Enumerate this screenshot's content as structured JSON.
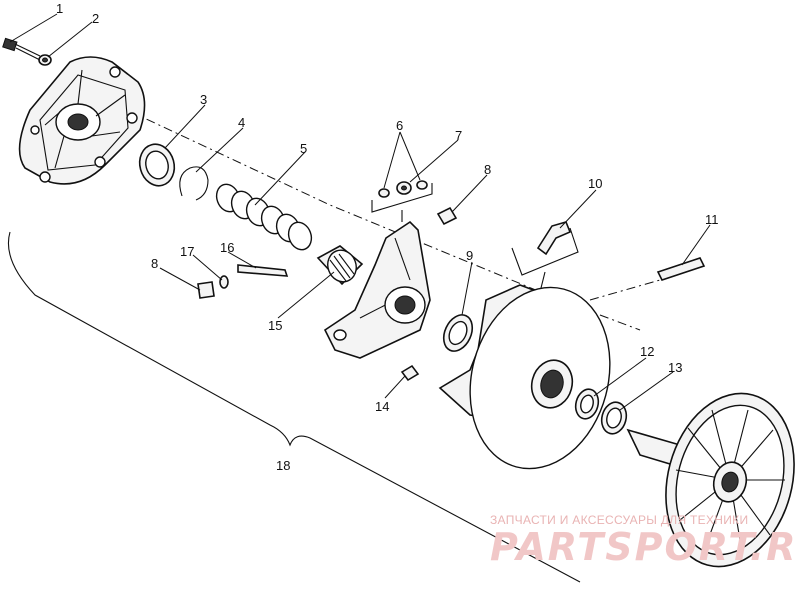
{
  "callouts": {
    "c1": "1",
    "c2": "2",
    "c3": "3",
    "c4": "4",
    "c5": "5",
    "c6": "6",
    "c7": "7",
    "c8a": "8",
    "c8b": "8",
    "c9": "9",
    "c10": "10",
    "c11": "11",
    "c12": "12",
    "c13": "13",
    "c14": "14",
    "c15": "15",
    "c16": "16",
    "c17": "17",
    "c18": "18"
  },
  "watermark": {
    "caption": "ЗАПЧАСТИ И АКСЕССУАРЫ ДЛЯ ТЕХНИКИ",
    "brand": "PARTSPORT.RU"
  },
  "colors": {
    "ink": "#111111",
    "paper": "#ffffff",
    "watermark": "#e9b3b3"
  }
}
